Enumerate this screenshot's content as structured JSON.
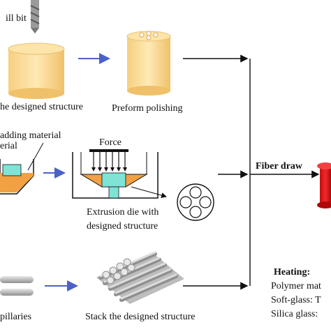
{
  "labels": {
    "drill_bit": "ill bit",
    "designed_structure": "he designed structure",
    "preform_polishing": "Preform polishing",
    "cladding_material": "adding material",
    "material": "erial",
    "force": "Force",
    "extrusion_die_line1": "Extrusion die with",
    "extrusion_die_line2": "designed structure",
    "capillaries": "pillaries",
    "stack": "Stack the designed structure",
    "fiber_draw": "Fiber draw",
    "heating_title": "Heating:",
    "heating_polymer": "Polymer mat",
    "heating_soft": "Soft-glass: T",
    "heating_silica": "Silica glass:"
  },
  "colors": {
    "preform": "#fde4a8",
    "preform_edge": "#e9c070",
    "molten": "#f2a044",
    "die": "#7fe3d6",
    "arrow_blue": "#4a62c8",
    "fiber": "#e01818",
    "tube": "#c8c8c8"
  }
}
